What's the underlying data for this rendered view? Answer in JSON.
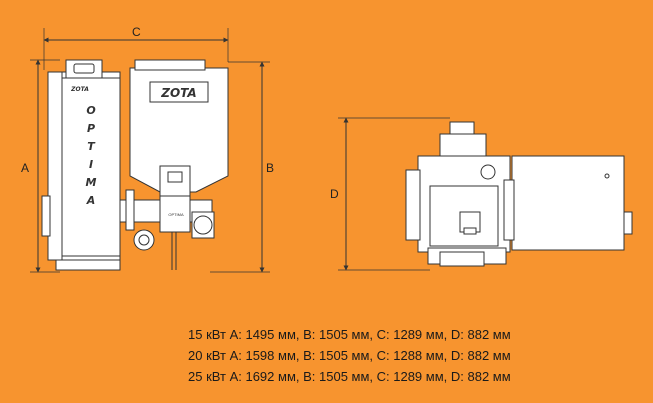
{
  "dimension_labels": {
    "a": "A",
    "b": "B",
    "c": "C",
    "d": "D"
  },
  "front_unit": {
    "control_logo": "ZOTA",
    "model_vertical_letters": [
      "О",
      "P",
      "T",
      "I",
      "M",
      "A"
    ],
    "hopper_logo": "ZOTA",
    "feeder_label": "OPTIMA"
  },
  "specs": [
    {
      "power": "15 кВт",
      "values": "A: 1495 мм, B: 1505 мм, C: 1289 мм, D: 882 мм"
    },
    {
      "power": "20 кВт",
      "values": "A: 1598 мм, B: 1505 мм, C: 1288 мм, D: 882 мм"
    },
    {
      "power": "25 кВт",
      "values": "A: 1692 мм, B: 1505 мм, C: 1289 мм, D: 882 мм"
    }
  ]
}
